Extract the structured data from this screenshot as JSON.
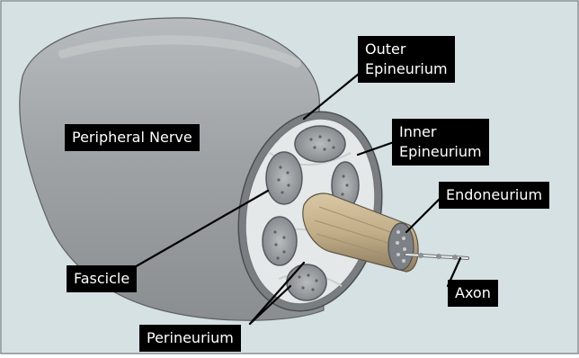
{
  "labels": {
    "peripheral_nerve": "Peripheral Nerve",
    "outer_epineurium": [
      "Outer",
      "Epineurium"
    ],
    "inner_epineurium": [
      "Inner",
      "Epineurium"
    ],
    "endoneurium": "Endoneurium",
    "fascicle": "Fascicle",
    "axon": "Axon",
    "perineurium": "Perineurium"
  },
  "colors": {
    "background": "#d6e1e4",
    "nerve_body": "#a8abad",
    "nerve_face": "#e6e9e9",
    "fascicle": "#8f9397",
    "label_bg": "#000000",
    "label_text": "#ffffff"
  }
}
